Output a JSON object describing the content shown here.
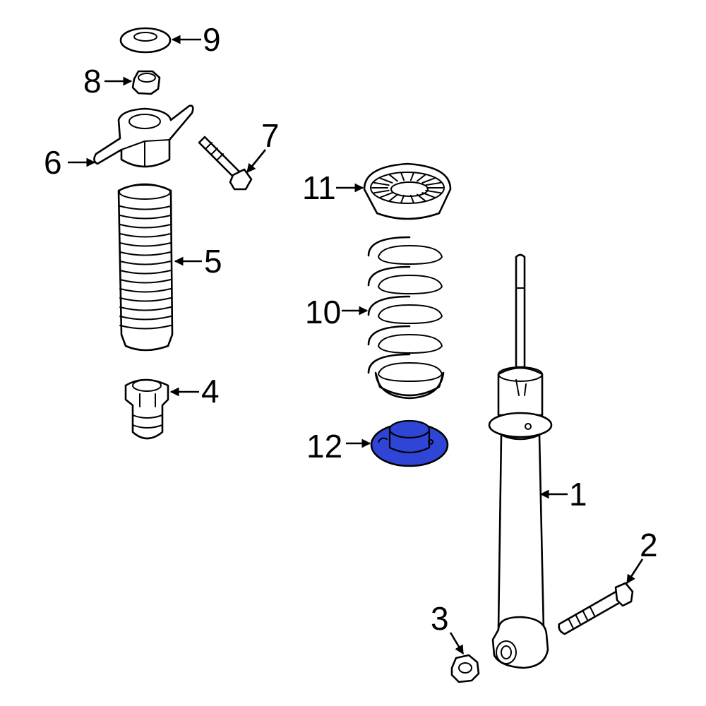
{
  "callouts": {
    "c1": "1",
    "c2": "2",
    "c3": "3",
    "c4": "4",
    "c5": "5",
    "c6": "6",
    "c7": "7",
    "c8": "8",
    "c9": "9",
    "c10": "10",
    "c11": "11",
    "c12": "12"
  },
  "colors": {
    "highlight": "#2f45d6",
    "line": "#000000",
    "background": "#ffffff"
  }
}
